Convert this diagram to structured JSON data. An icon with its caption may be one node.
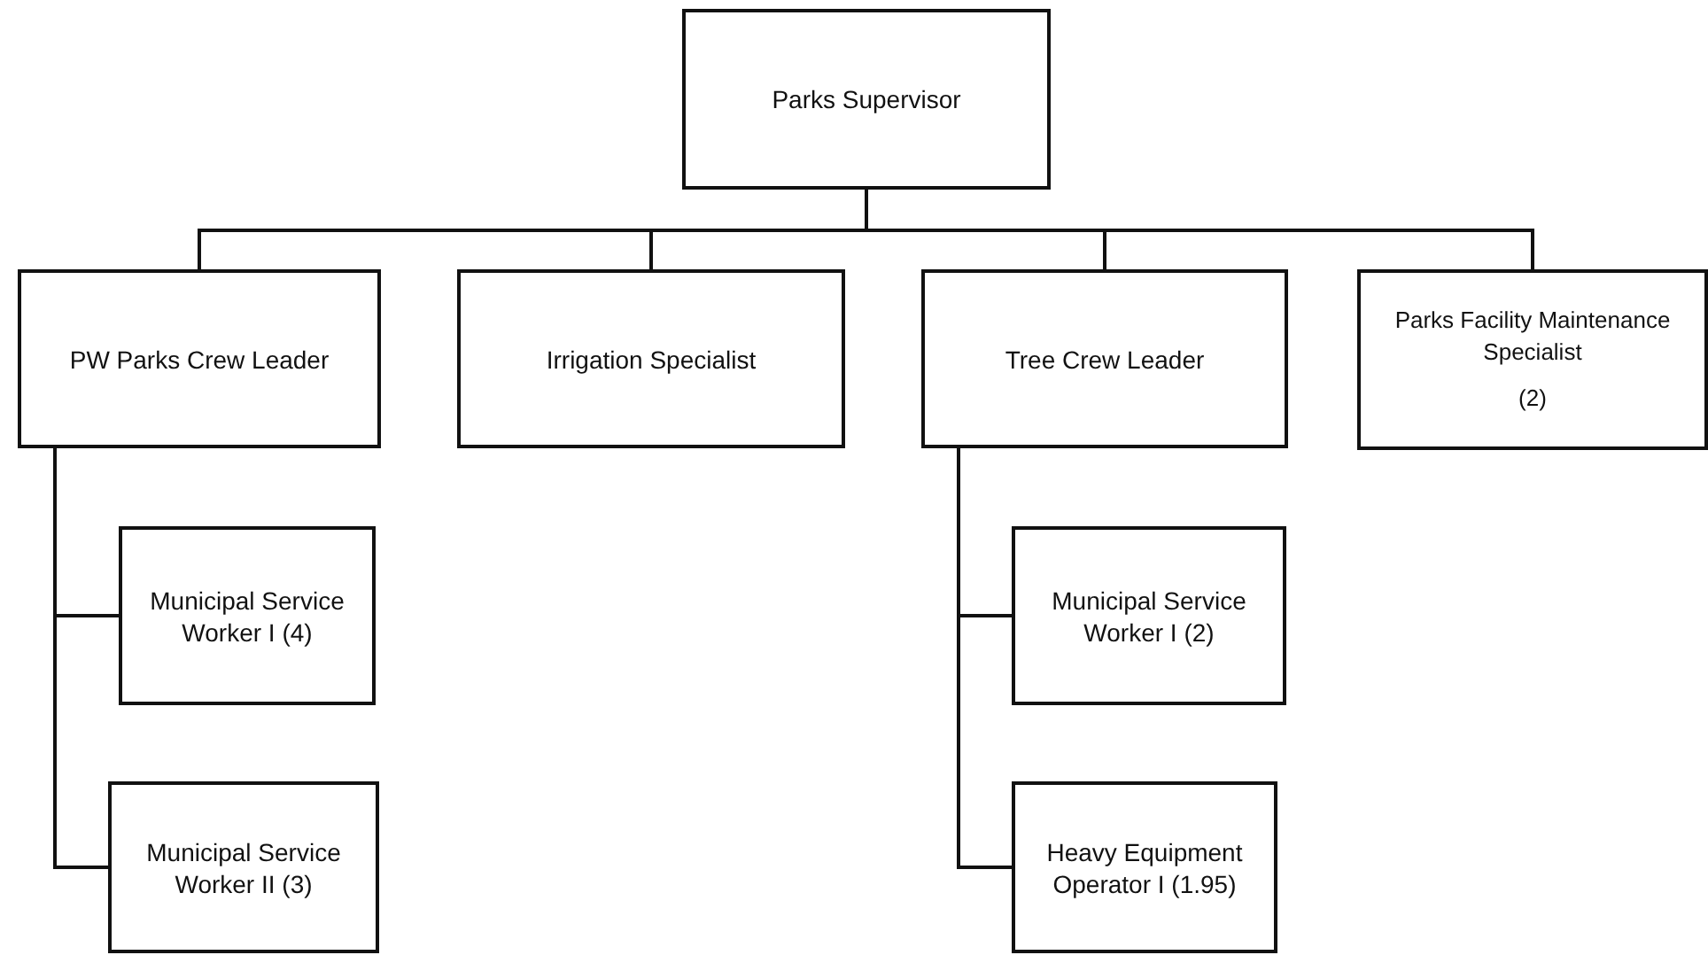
{
  "diagram": {
    "nodes": [
      {
        "text": [
          "Parks Supervisor"
        ]
      },
      {
        "text": [
          "PW Parks Crew Leader"
        ]
      },
      {
        "text": [
          "Irrigation Specialist"
        ]
      },
      {
        "text": [
          "Tree Crew Leader"
        ]
      },
      {
        "text": [
          "Parks Facility Maintenance Specialist",
          "(2)"
        ]
      },
      {
        "text": [
          "Municipal Service Worker I (4)"
        ]
      },
      {
        "text": [
          "Municipal Service Worker II (3)"
        ]
      },
      {
        "text": [
          "Municipal Service Worker I (2)"
        ]
      },
      {
        "text": [
          "Heavy Equipment Operator I (1.95)"
        ]
      }
    ],
    "edges": [
      {
        "from": 0,
        "to": 1,
        "arrow": "none"
      },
      {
        "from": 0,
        "to": 2,
        "arrow": "none"
      },
      {
        "from": 0,
        "to": 3,
        "arrow": "none"
      },
      {
        "from": 0,
        "to": 4,
        "arrow": "none"
      },
      {
        "from": 1,
        "to": 5,
        "arrow": "none"
      },
      {
        "from": 1,
        "to": 6,
        "arrow": "none"
      },
      {
        "from": 3,
        "to": 7,
        "arrow": "none"
      },
      {
        "from": 3,
        "to": 8,
        "arrow": "none"
      }
    ]
  }
}
